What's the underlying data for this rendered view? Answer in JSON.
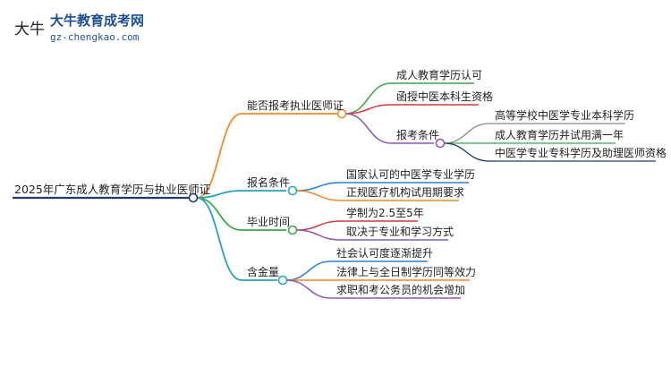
{
  "brand": {
    "name": "大牛教育成考网",
    "url": "gz-chengkao.com",
    "glyph": "大牛"
  },
  "colors": {
    "root": "#1e3a6e",
    "orange": "#f08a24",
    "teal": "#29a3b8",
    "red": "#d9363e",
    "blue": "#2f7fd0",
    "green": "#3aa845",
    "purple": "#8b55b8",
    "gray": "#8a8a8a",
    "dark": "#1e3a6e"
  },
  "mindmap": {
    "root": "2025年广东成人教育学历与执业医师证",
    "branches": [
      {
        "label": "能否报考执业医师证",
        "color": "orange",
        "children": [
          {
            "label": "成人教育学历认可",
            "color": "green"
          },
          {
            "label": "函授中医本科生资格",
            "color": "red"
          },
          {
            "label": "报考条件",
            "color": "purple",
            "children": [
              {
                "label": "高等学校中医学专业本科学历",
                "color": "gray"
              },
              {
                "label": "成人教育学历并试用满一年",
                "color": "green"
              },
              {
                "label": "中医学专业专科学历及助理医师资格",
                "color": "dark"
              }
            ]
          }
        ]
      },
      {
        "label": "报名条件",
        "color": "teal",
        "children": [
          {
            "label": "国家认可的中医学专业学历",
            "color": "blue"
          },
          {
            "label": "正规医疗机构试用期要求",
            "color": "orange"
          }
        ]
      },
      {
        "label": "毕业时间",
        "color": "green",
        "children": [
          {
            "label": "学制为2.5至5年",
            "color": "red"
          },
          {
            "label": "取决于专业和学习方式",
            "color": "purple"
          }
        ]
      },
      {
        "label": "含金量",
        "color": "teal",
        "children": [
          {
            "label": "社会认可度逐渐提升",
            "color": "blue"
          },
          {
            "label": "法律上与全日制学历同等效力",
            "color": "orange"
          },
          {
            "label": "求职和考公务员的机会增加",
            "color": "purple"
          }
        ]
      }
    ]
  }
}
